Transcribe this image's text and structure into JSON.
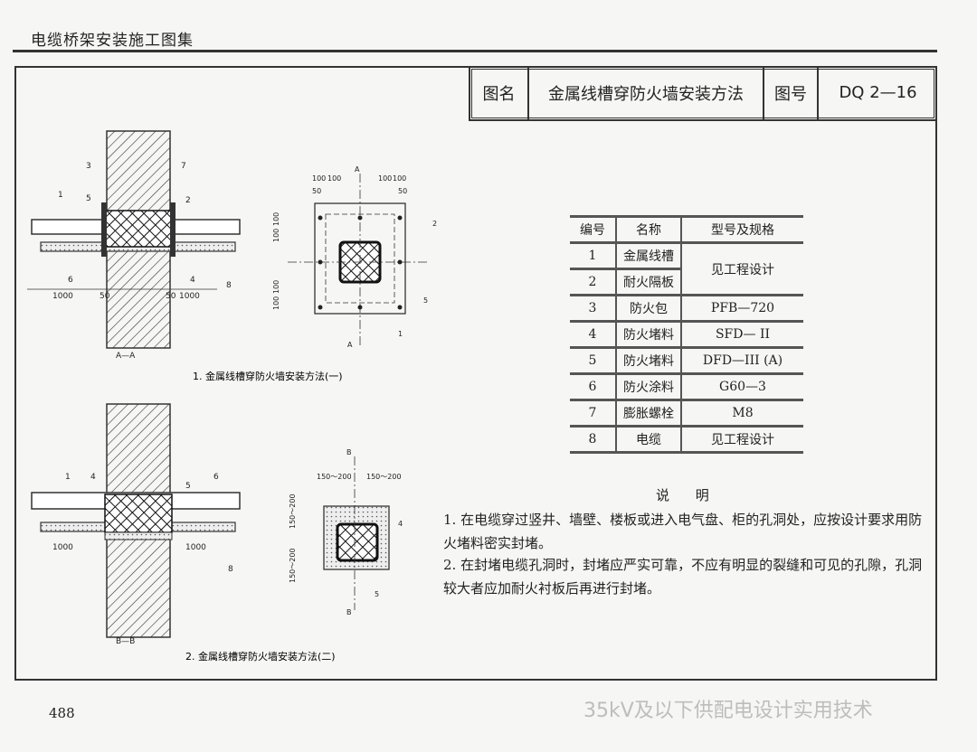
{
  "header": {
    "book_title": "电缆桥架安装施工图集"
  },
  "title_block": {
    "name_label": "图名",
    "drawing_name": "金属线槽穿防火墙安装方法",
    "code_label": "图号",
    "drawing_code": "DQ 2—16"
  },
  "table": {
    "headers": [
      "编号",
      "名称",
      "型号及规格"
    ],
    "rows": [
      [
        "1",
        "金属线槽",
        "见工程设计"
      ],
      [
        "2",
        "耐火隔板",
        ""
      ],
      [
        "3",
        "防火包",
        "PFB—720"
      ],
      [
        "4",
        "防火堵料",
        "SFD— II"
      ],
      [
        "5",
        "防火堵料",
        "DFD—III  (A)"
      ],
      [
        "6",
        "防火涂料",
        "G60—3"
      ],
      [
        "7",
        "膨胀螺栓",
        "M8"
      ],
      [
        "8",
        "电缆",
        "见工程设计"
      ]
    ]
  },
  "notes": {
    "title": "说  明",
    "items": [
      "1. 在电缆穿过竖井、墙壁、楼板或进入电气盘、柜的孔洞处，应按设计要求用防火堵料密实封堵。",
      "2. 在封堵电缆孔洞时，封堵应严实可靠，不应有明显的裂缝和可见的孔隙，孔洞较大者应加耐火衬板后再进行封堵。"
    ]
  },
  "figures": {
    "fig1": {
      "caption": "1. 金属线槽穿防火墙安装方法(一)",
      "section_label": "A—A",
      "cut_label": "A",
      "callouts": [
        "1",
        "2",
        "3",
        "4",
        "5",
        "6",
        "7",
        "8"
      ],
      "dims_left": [
        "1000",
        "50"
      ],
      "dims_right": [
        "50",
        "1000"
      ],
      "dims_top": [
        "50",
        "100",
        "100",
        "100",
        "100",
        "50"
      ],
      "dims_side": [
        "100",
        "100",
        "100",
        "100"
      ]
    },
    "fig2": {
      "caption": "2. 金属线槽穿防火墙安装方法(二)",
      "section_label": "B—B",
      "cut_label": "B",
      "callouts": [
        "1",
        "4",
        "5",
        "6",
        "8",
        "4",
        "5"
      ],
      "dims_left": [
        "1000"
      ],
      "dims_right": [
        "1000"
      ],
      "dims_top": [
        "150～200",
        "150～200"
      ],
      "dims_side": [
        "150～200",
        "150～200"
      ]
    }
  },
  "footer": {
    "page_number": "488",
    "watermark": "35kV及以下供配电设计实用技术"
  }
}
